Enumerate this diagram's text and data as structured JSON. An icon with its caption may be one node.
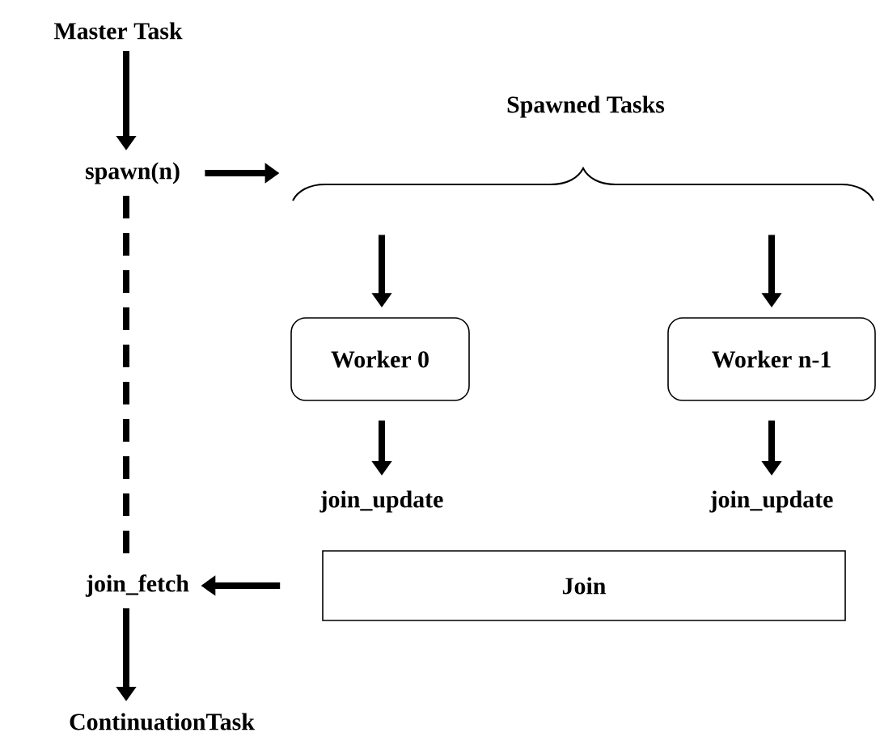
{
  "diagram": {
    "nodes": [
      {
        "text": [
          "Master Task"
        ]
      },
      {
        "text": [
          "spawn(n)"
        ]
      },
      {
        "text": [
          "Spawned Tasks"
        ]
      },
      {
        "text": [
          "Worker 0"
        ]
      },
      {
        "text": [
          "Worker n-1"
        ]
      },
      {
        "text": [
          "join_update"
        ]
      },
      {
        "text": [
          "join_update"
        ]
      },
      {
        "text": [
          "join_fetch"
        ]
      },
      {
        "text": [
          "Join"
        ]
      },
      {
        "text": [
          "ContinuationTask"
        ]
      }
    ],
    "edges": [
      {
        "from": 0,
        "to": 1,
        "arrow": "to"
      },
      {
        "from": 1,
        "to": 2,
        "arrow": "to"
      },
      {
        "from": 2,
        "to": 3,
        "arrow": "to"
      },
      {
        "from": 2,
        "to": 4,
        "arrow": "to"
      },
      {
        "from": 3,
        "to": 5,
        "arrow": "to"
      },
      {
        "from": 4,
        "to": 6,
        "arrow": "to"
      },
      {
        "from": 1,
        "to": 7,
        "arrow": "none",
        "style": "dashed"
      },
      {
        "from": 8,
        "to": 7,
        "arrow": "to"
      },
      {
        "from": 7,
        "to": 9,
        "arrow": "to"
      }
    ]
  }
}
